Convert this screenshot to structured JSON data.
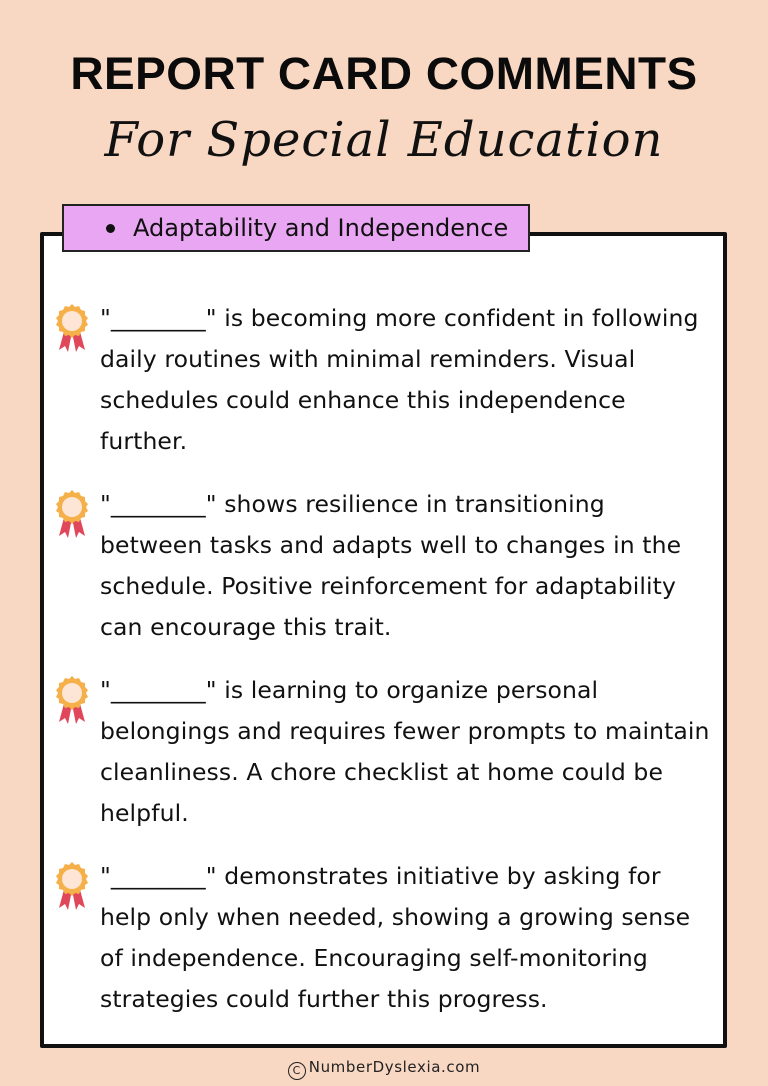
{
  "header": {
    "title": "REPORT CARD COMMENTS",
    "subtitle": "For Special Education"
  },
  "section": {
    "label": "Adaptability and Independence",
    "tag_color": "#e9a6f3"
  },
  "comments": [
    {
      "icon": "award-ribbon-icon",
      "text": "\"________\" is becoming more confident in following daily routines with minimal reminders. Visual schedules could enhance this independence further."
    },
    {
      "icon": "award-ribbon-icon",
      "text": "\"________\" shows resilience in transitioning between tasks and adapts well to changes in the schedule. Positive reinforcement for adaptability can encourage this trait."
    },
    {
      "icon": "award-ribbon-icon",
      "text": "\"________\" is learning to organize personal belongings and requires fewer prompts to maintain cleanliness. A chore checklist at home could be helpful."
    },
    {
      "icon": "award-ribbon-icon",
      "text": "\"________\" demonstrates initiative by asking for help only when needed, showing a growing sense of independence. Encouraging self-monitoring strategies could further this progress."
    }
  ],
  "footer": {
    "copyright_symbol": "C",
    "site": "NumberDyslexia.com"
  },
  "colors": {
    "background": "#f8d7c3",
    "card": "#ffffff",
    "medal_outer": "#f5b04a",
    "medal_inner": "#fde6d6",
    "ribbon": "#e0475a"
  }
}
